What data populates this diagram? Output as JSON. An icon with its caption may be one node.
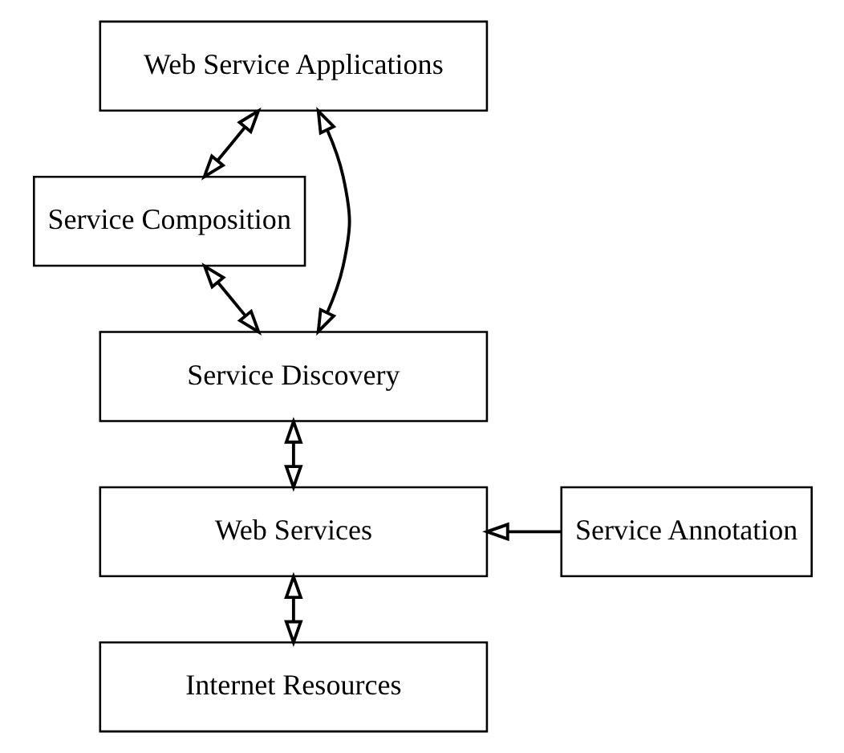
{
  "diagram": {
    "nodes": [
      {
        "text": [
          "Web Service Applications"
        ]
      },
      {
        "text": [
          "Service Composition"
        ]
      },
      {
        "text": [
          "Service Discovery"
        ]
      },
      {
        "text": [
          "Web Services"
        ]
      },
      {
        "text": [
          "Service Annotation"
        ]
      },
      {
        "text": [
          "Internet Resources"
        ]
      }
    ],
    "edges": [
      {
        "from": 0,
        "to": 2,
        "arrow": "both"
      },
      {
        "from": 0,
        "to": 1,
        "arrow": "both"
      },
      {
        "from": 1,
        "to": 2,
        "arrow": "both"
      },
      {
        "from": 2,
        "to": 3,
        "arrow": "both"
      },
      {
        "from": 4,
        "to": 3,
        "arrow": "to"
      },
      {
        "from": 3,
        "to": 5,
        "arrow": "both"
      }
    ]
  }
}
